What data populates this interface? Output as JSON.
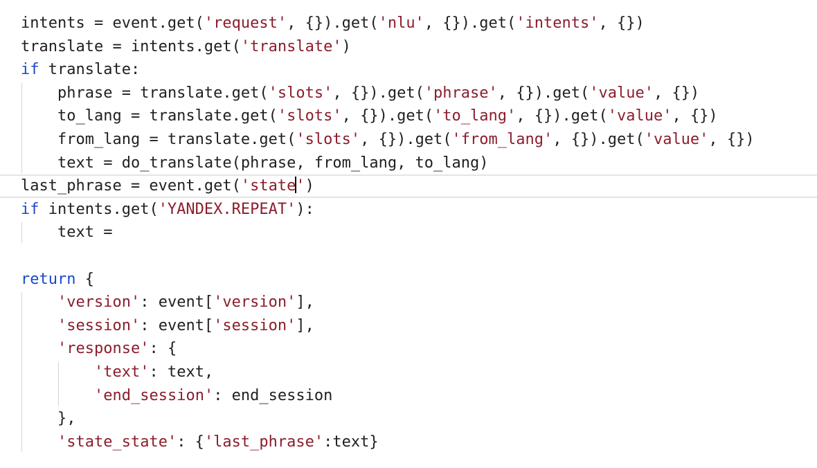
{
  "editor": {
    "language": "python",
    "colors": {
      "keyword": "#1a49c8",
      "string": "#8b1d2c",
      "text": "#1f1f1f",
      "current_line_border": "#e4e4e4",
      "indent_guide": "#d4d4d4"
    },
    "current_line": 8,
    "lines": [
      {
        "indent": 0,
        "tokens": [
          {
            "t": "p",
            "v": "intents = event.get("
          },
          {
            "t": "s",
            "v": "'request'"
          },
          {
            "t": "p",
            "v": ", {}).get("
          },
          {
            "t": "s",
            "v": "'nlu'"
          },
          {
            "t": "p",
            "v": ", {}).get("
          },
          {
            "t": "s",
            "v": "'intents'"
          },
          {
            "t": "p",
            "v": ", {})"
          }
        ]
      },
      {
        "indent": 0,
        "tokens": [
          {
            "t": "p",
            "v": "translate = intents.get("
          },
          {
            "t": "s",
            "v": "'translate'"
          },
          {
            "t": "p",
            "v": ")"
          }
        ]
      },
      {
        "indent": 0,
        "tokens": [
          {
            "t": "k",
            "v": "if"
          },
          {
            "t": "p",
            "v": " translate:"
          }
        ]
      },
      {
        "indent": 1,
        "tokens": [
          {
            "t": "p",
            "v": "phrase = translate.get("
          },
          {
            "t": "s",
            "v": "'slots'"
          },
          {
            "t": "p",
            "v": ", {}).get("
          },
          {
            "t": "s",
            "v": "'phrase'"
          },
          {
            "t": "p",
            "v": ", {}).get("
          },
          {
            "t": "s",
            "v": "'value'"
          },
          {
            "t": "p",
            "v": ", {})"
          }
        ]
      },
      {
        "indent": 1,
        "tokens": [
          {
            "t": "p",
            "v": "to_lang = translate.get("
          },
          {
            "t": "s",
            "v": "'slots'"
          },
          {
            "t": "p",
            "v": ", {}).get("
          },
          {
            "t": "s",
            "v": "'to_lang'"
          },
          {
            "t": "p",
            "v": ", {}).get("
          },
          {
            "t": "s",
            "v": "'value'"
          },
          {
            "t": "p",
            "v": ", {})"
          }
        ]
      },
      {
        "indent": 1,
        "tokens": [
          {
            "t": "p",
            "v": "from_lang = translate.get("
          },
          {
            "t": "s",
            "v": "'slots'"
          },
          {
            "t": "p",
            "v": ", {}).get("
          },
          {
            "t": "s",
            "v": "'from_lang'"
          },
          {
            "t": "p",
            "v": ", {}).get("
          },
          {
            "t": "s",
            "v": "'value'"
          },
          {
            "t": "p",
            "v": ", {})"
          }
        ]
      },
      {
        "indent": 1,
        "tokens": [
          {
            "t": "p",
            "v": "text = do_translate(phrase, from_lang, to_lang)"
          }
        ]
      },
      {
        "indent": 0,
        "tokens": [
          {
            "t": "p",
            "v": "last_phrase = event.get("
          },
          {
            "t": "s",
            "v": "'state"
          },
          {
            "t": "c",
            "v": ""
          },
          {
            "t": "s",
            "v": "'"
          },
          {
            "t": "p",
            "v": ")"
          }
        ]
      },
      {
        "indent": 0,
        "tokens": [
          {
            "t": "k",
            "v": "if"
          },
          {
            "t": "p",
            "v": " intents.get("
          },
          {
            "t": "s",
            "v": "'YANDEX.REPEAT'"
          },
          {
            "t": "p",
            "v": "):"
          }
        ]
      },
      {
        "indent": 1,
        "tokens": [
          {
            "t": "p",
            "v": "text ="
          }
        ]
      },
      {
        "indent": 0,
        "tokens": []
      },
      {
        "indent": 0,
        "tokens": [
          {
            "t": "k",
            "v": "return"
          },
          {
            "t": "p",
            "v": " {"
          }
        ]
      },
      {
        "indent": 1,
        "tokens": [
          {
            "t": "s",
            "v": "'version'"
          },
          {
            "t": "p",
            "v": ": event["
          },
          {
            "t": "s",
            "v": "'version'"
          },
          {
            "t": "p",
            "v": "],"
          }
        ]
      },
      {
        "indent": 1,
        "tokens": [
          {
            "t": "s",
            "v": "'session'"
          },
          {
            "t": "p",
            "v": ": event["
          },
          {
            "t": "s",
            "v": "'session'"
          },
          {
            "t": "p",
            "v": "],"
          }
        ]
      },
      {
        "indent": 1,
        "tokens": [
          {
            "t": "s",
            "v": "'response'"
          },
          {
            "t": "p",
            "v": ": {"
          }
        ]
      },
      {
        "indent": 2,
        "tokens": [
          {
            "t": "s",
            "v": "'text'"
          },
          {
            "t": "p",
            "v": ": text,"
          }
        ]
      },
      {
        "indent": 2,
        "tokens": [
          {
            "t": "s",
            "v": "'end_session'"
          },
          {
            "t": "p",
            "v": ": end_session"
          }
        ]
      },
      {
        "indent": 1,
        "tokens": [
          {
            "t": "p",
            "v": "},"
          }
        ]
      },
      {
        "indent": 1,
        "tokens": [
          {
            "t": "s",
            "v": "'state_state'"
          },
          {
            "t": "p",
            "v": ": {"
          },
          {
            "t": "s",
            "v": "'last_phrase'"
          },
          {
            "t": "p",
            "v": ":text}"
          }
        ]
      }
    ]
  }
}
